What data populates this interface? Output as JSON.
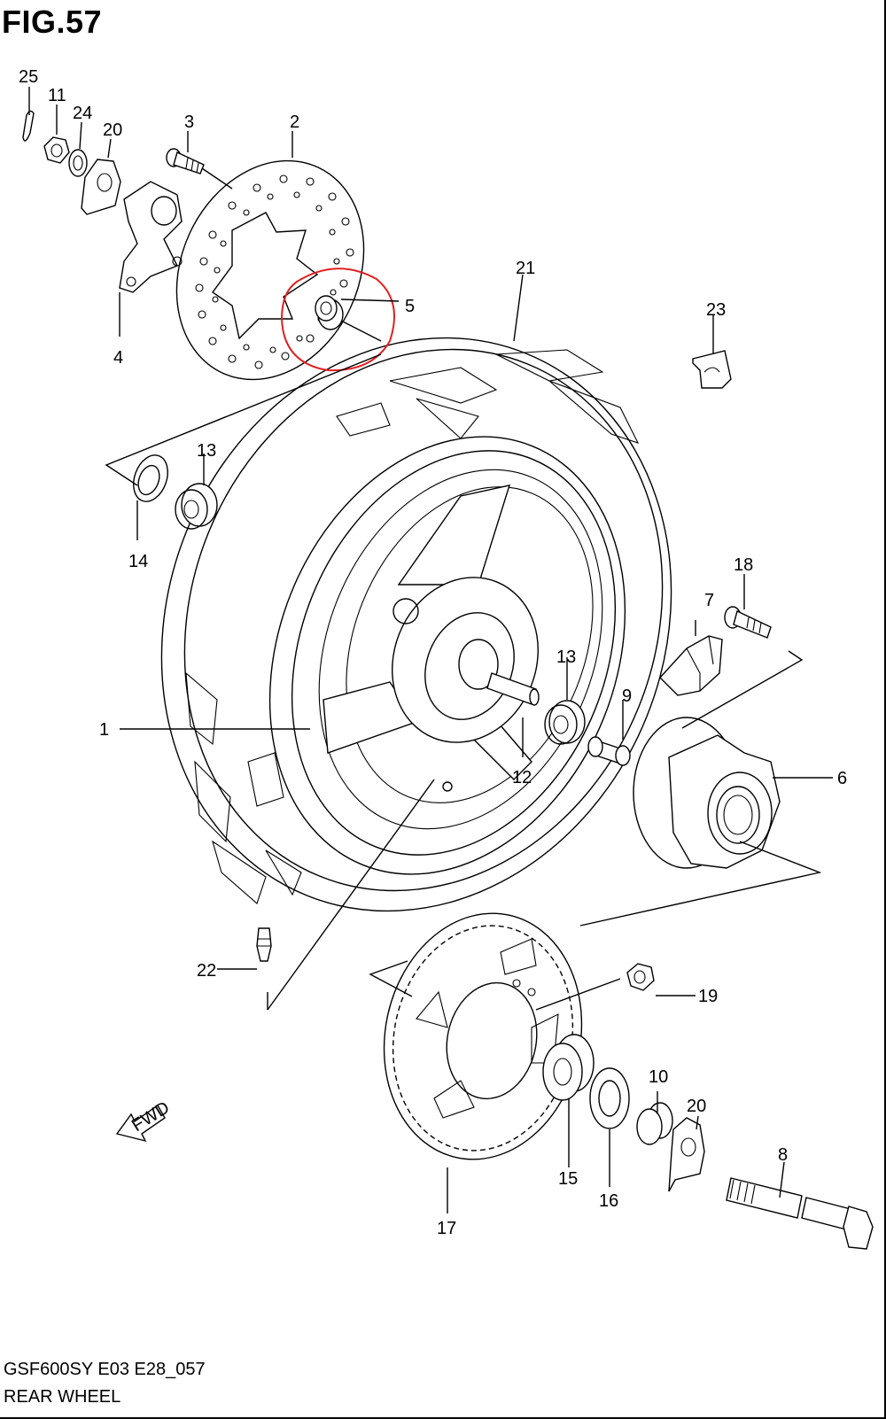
{
  "figure": {
    "title": "FIG.57",
    "model_code": "GSF600SY E03 E28_057",
    "section_name": "REAR WHEEL",
    "fwd_label": "FWD"
  },
  "parts": {
    "p1": "1",
    "p2": "2",
    "p3": "3",
    "p4": "4",
    "p5": "5",
    "p6": "6",
    "p7": "7",
    "p8": "8",
    "p9": "9",
    "p10": "10",
    "p11": "11",
    "p12": "12",
    "p13": "13",
    "p13b": "13",
    "p14": "14",
    "p15": "15",
    "p16": "16",
    "p17": "17",
    "p18": "18",
    "p19": "19",
    "p20": "20",
    "p20b": "20",
    "p21": "21",
    "p22": "22",
    "p23": "23",
    "p24": "24",
    "p25": "25"
  },
  "highlight": {
    "target_part": "5",
    "color": "#e02020"
  }
}
